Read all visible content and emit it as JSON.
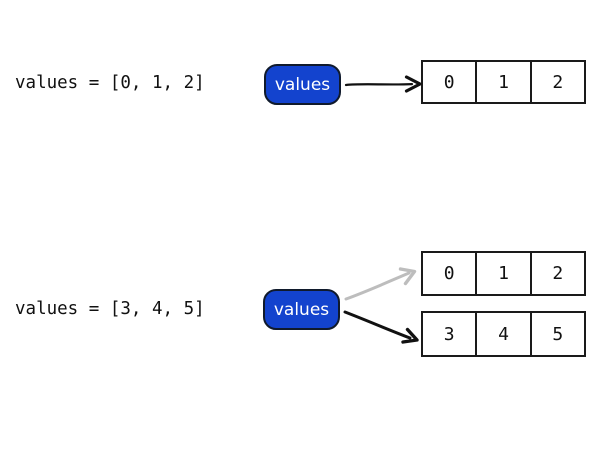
{
  "colors": {
    "pill_fill": "#1343ce",
    "pill_border": "#101a2c",
    "pill_text": "#ffffff",
    "box_border": "#1a1a1a",
    "cell_text": "#111111",
    "code_text": "#111111",
    "arrow_black": "#111111",
    "arrow_gray": "#bdbdbd",
    "canvas_bg": "#ffffff"
  },
  "step1": {
    "code": "values = [0, 1, 2]",
    "pointer_label": "values",
    "array_cells": [
      "0",
      "1",
      "2"
    ]
  },
  "step2": {
    "code": "values = [3, 4, 5]",
    "pointer_label": "values",
    "old_array_cells": [
      "0",
      "1",
      "2"
    ],
    "new_array_cells": [
      "3",
      "4",
      "5"
    ]
  },
  "icons": {
    "current_pointer_arrow": "black hand-drawn right arrow",
    "old_pointer_arrow": "gray faded up-right arrow",
    "new_pointer_arrow": "black hand-drawn down-right arrow"
  }
}
